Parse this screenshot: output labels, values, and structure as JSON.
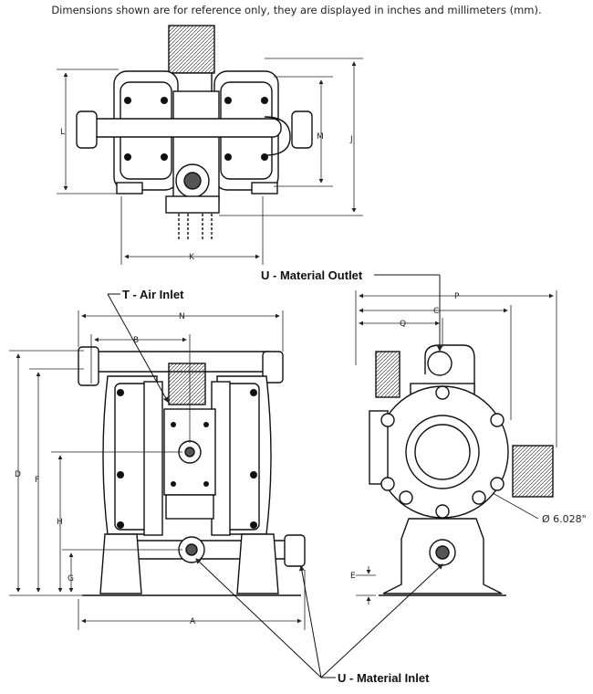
{
  "note": "Dimensions shown are for reference only, they are displayed in inches and millimeters (mm).",
  "callouts": {
    "material_outlet": "U - Material Outlet",
    "air_inlet": "T - Air Inlet",
    "material_inlet": "U - Material Inlet"
  },
  "dimensions": {
    "A": "A",
    "B": "B",
    "C": "C",
    "D": "D",
    "E": "E",
    "F": "F",
    "G": "G",
    "H": "H",
    "J": "J",
    "K": "K",
    "L": "L",
    "M": "M",
    "N": "N",
    "P": "P",
    "Q": "Q"
  },
  "diameter_label": "Ø 6.028\""
}
